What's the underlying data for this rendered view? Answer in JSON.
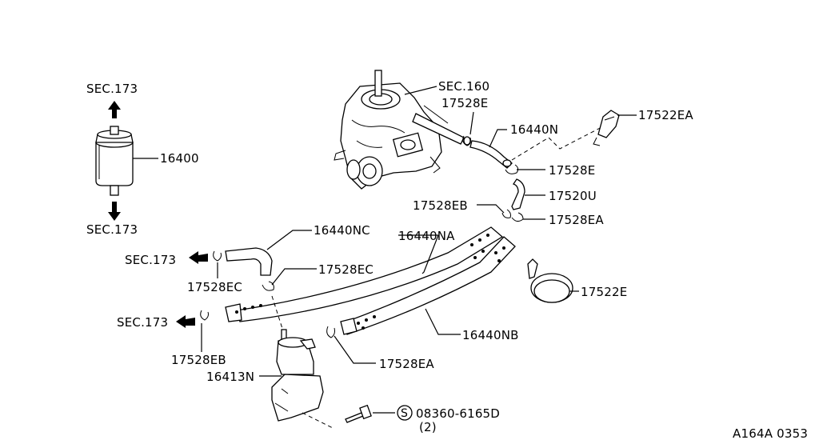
{
  "labels": {
    "sec173_top": "SEC.173",
    "sec173_bottom": "SEC.173",
    "part_16400": "16400",
    "sec160": "SEC.160",
    "part_17528E_a": "17528E",
    "part_16440N": "16440N",
    "part_17522EA": "17522EA",
    "part_17528E_b": "17528E",
    "part_17520U": "17520U",
    "part_17528EB_a": "17528EB",
    "part_17528EA_a": "17528EA",
    "part_16440NC": "16440NC",
    "part_16440NA": "16440NA",
    "sec173_left1": "SEC.173",
    "part_17528EC_a": "17528EC",
    "part_17528EC_b": "17528EC",
    "part_17522E": "17522E",
    "sec173_left2": "SEC.173",
    "part_17528EB_b": "17528EB",
    "part_16440NB": "16440NB",
    "part_16413N": "16413N",
    "part_17528EA_b": "17528EA",
    "bolt_symbol": "S",
    "bolt_part": "08360-6165D",
    "bolt_qty": "(2)",
    "diagram_code": "A164A 0353"
  }
}
